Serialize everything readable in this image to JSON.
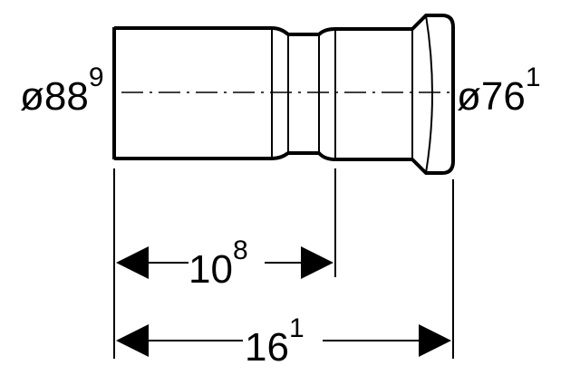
{
  "left_diameter": {
    "main": "ø88",
    "sup": "9"
  },
  "right_diameter": {
    "main": "ø76",
    "sup": "1"
  },
  "insertion_depth": {
    "main": "10",
    "sup": "8"
  },
  "overall_length": {
    "main": "16",
    "sup": "1"
  }
}
